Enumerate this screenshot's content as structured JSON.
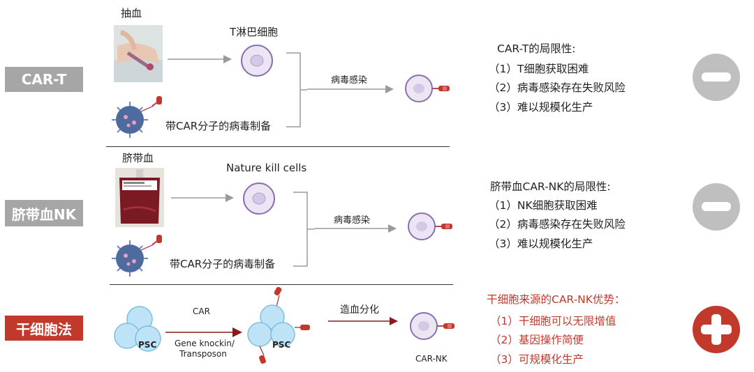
{
  "rows": {
    "cart": {
      "label": "CAR-T",
      "draw_blood": "抽血",
      "cell_name": "T淋巴细胞",
      "virus_prep": "带CAR分子的病毒制备",
      "infection": "病毒感染",
      "limits_title": "CAR-T的局限性:",
      "limits": [
        "（1）T细胞获取困难",
        "（2）病毒感染存在失败风险",
        "（3）难以规模化生产"
      ],
      "badge": "minus"
    },
    "cbnk": {
      "label": "脐带血NK",
      "cord_blood": "脐带血",
      "cell_name": "Nature kill cells",
      "virus_prep": "带CAR分子的病毒制备",
      "infection": "病毒感染",
      "limits_title": "脐带血CAR-NK的局限性:",
      "limits": [
        "（1）NK细胞获取困难",
        "（2）病毒感染存在失败风险",
        "（3）难以规模化生产"
      ],
      "badge": "minus"
    },
    "stem": {
      "label": "干细胞法",
      "psc": "PSC",
      "car": "CAR",
      "method_line1": "Gene knockin/",
      "method_line2": "Transposon",
      "psc2": "PSC",
      "differentiation": "造血分化",
      "result": "CAR-NK",
      "adv_title": "干细胞来源的CAR-NK优势：",
      "advantages": [
        "（1）干细胞可以无限增值",
        "（2）基因操作简便",
        "（3）可规模化生产"
      ],
      "badge": "plus"
    }
  },
  "colors": {
    "gray_label": "#a6a6a6",
    "red_label": "#c0392b",
    "cell_fill": "#ece6f4",
    "cell_stroke": "#8a6fb0",
    "psc_fill": "#bfe3f6",
    "badge_gray": "#bfbfbf",
    "badge_red": "#c0392b"
  }
}
